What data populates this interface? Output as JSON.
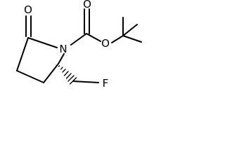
{
  "molecule": {
    "atoms": {
      "ring_oxygen": "O",
      "ring_nitrogen": "N",
      "carbonyl_oxygen": "O",
      "ester_oxygen": "O",
      "fluorine": "F"
    }
  }
}
